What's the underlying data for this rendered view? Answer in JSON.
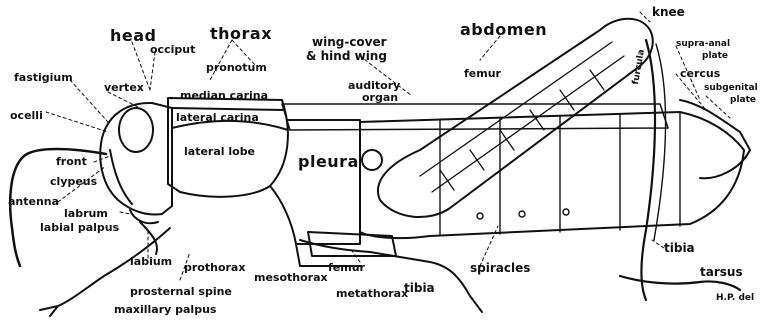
{
  "diagram": {
    "subject": "",
    "labels": {
      "head": "head",
      "thorax": "thorax",
      "wing_cover_line1": "wing-cover",
      "wing_cover_line2": "& hind wing",
      "abdomen": "abdomen",
      "knee": "knee",
      "occiput": "occiput",
      "pronotum": "pronotum",
      "fastigium": "fastigium",
      "vertex": "vertex",
      "median_carina": "median carina",
      "auditory_organ_line1": "auditory",
      "auditory_organ_line2": "organ",
      "femur_upper": "femur",
      "furcula": "furcula",
      "supra_anal_line1": "supra-anal",
      "supra_anal_line2": "plate",
      "cercus": "cercus",
      "subgenital_line1": "subgenital",
      "subgenital_line2": "plate",
      "ocelli": "ocelli",
      "lateral_carina": "lateral carina",
      "lateral_lobe": "lateral lobe",
      "pleura": "pleura",
      "front": "front",
      "clypeus": "clypeus",
      "antenna": "antenna",
      "labrum": "labrum",
      "labial_palpus": "labial palpus",
      "labium": "labium",
      "prothorax": "prothorax",
      "mesothorax": "mesothorax",
      "femur_lower": "femur",
      "spiracles": "spiracles",
      "tibia_right": "tibia",
      "tarsus": "tarsus",
      "prosternal_spine": "prosternal spine",
      "metathorax": "metathorax",
      "tibia_lower": "tibia",
      "maxillary_palpus": "maxillary palpus",
      "signature": "H.P. del"
    }
  }
}
